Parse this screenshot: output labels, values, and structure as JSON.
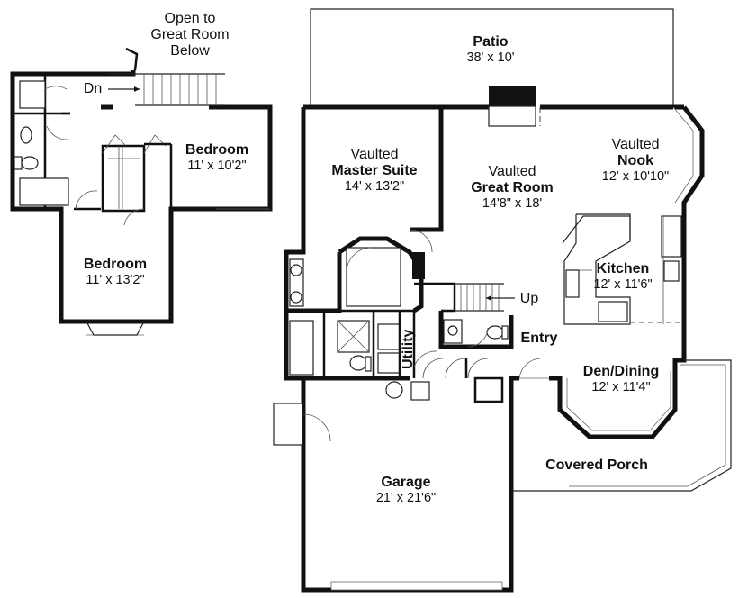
{
  "upper_floor": {
    "open_note": [
      "Open to",
      "Great Room",
      "Below"
    ],
    "stair_down": "Dn",
    "rooms": [
      {
        "key": "bedroom_upper_right",
        "name": "Bedroom",
        "dims": "11' x 10'2\""
      },
      {
        "key": "bedroom_upper_left",
        "name": "Bedroom",
        "dims": "11' x 13'2\""
      }
    ]
  },
  "main_floor": {
    "patio": {
      "name": "Patio",
      "dims": "38' x 10'"
    },
    "master": {
      "line1": "Vaulted",
      "line2": "Master Suite",
      "dims": "14' x 13'2\""
    },
    "great_room": {
      "line1": "Vaulted",
      "line2": "Great Room",
      "dims": "14'8\" x 18'"
    },
    "nook": {
      "line1": "Vaulted",
      "line2": "Nook",
      "dims": "12' x 10'10\""
    },
    "kitchen": {
      "name": "Kitchen",
      "dims": "12' x 11'6\""
    },
    "stair_up": "Up",
    "entry": "Entry",
    "utility": "Utility",
    "den": {
      "name": "Den/Dining",
      "dims": "12' x 11'4\""
    },
    "porch": "Covered Porch",
    "garage": {
      "name": "Garage",
      "dims": "21' x 21'6\""
    }
  }
}
